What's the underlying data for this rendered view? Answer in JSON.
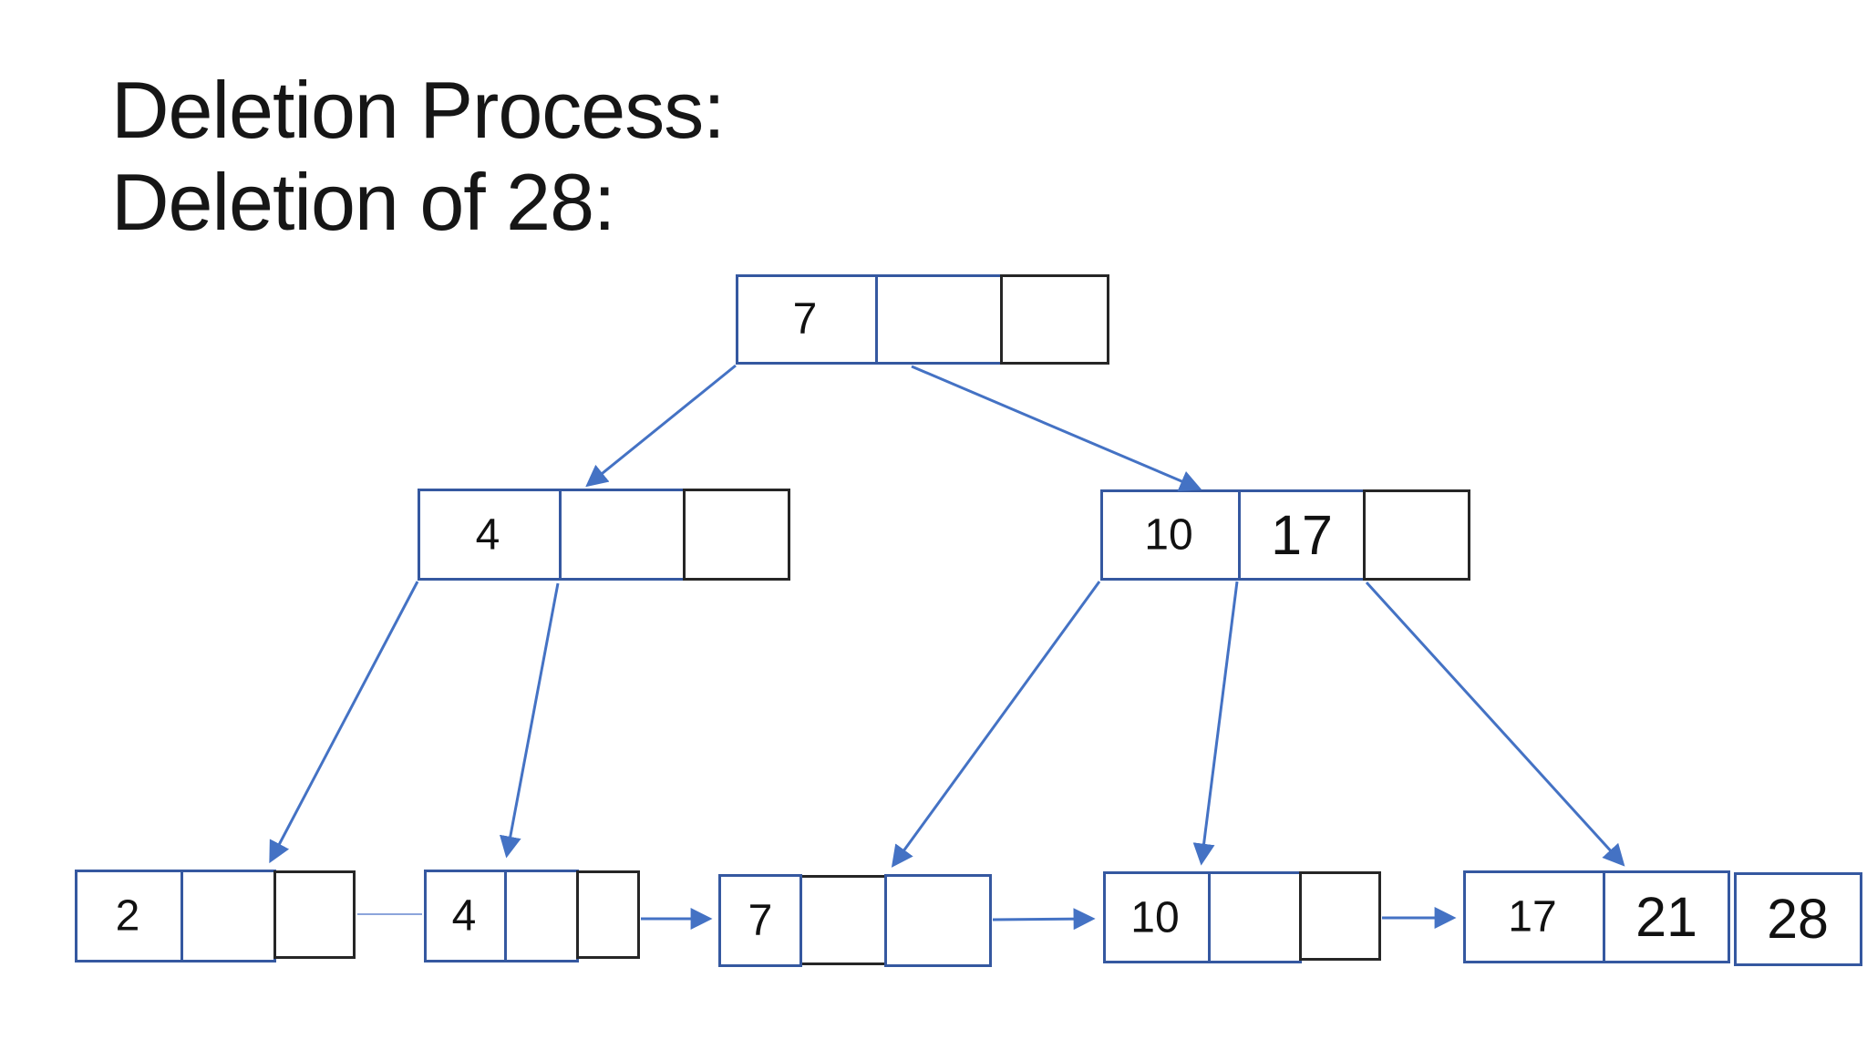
{
  "title": {
    "line1": "Deletion Process:",
    "line2": "Deletion of 28:"
  },
  "tree": {
    "root": {
      "keys": [
        "7"
      ]
    },
    "internal_left": {
      "keys": [
        "4"
      ]
    },
    "internal_right": {
      "keys": [
        "10",
        "17"
      ]
    },
    "leaves": [
      {
        "keys": [
          "2"
        ]
      },
      {
        "keys": [
          "4"
        ]
      },
      {
        "keys": [
          "7"
        ]
      },
      {
        "keys": [
          "10"
        ]
      },
      {
        "keys": [
          "17",
          "21",
          "28"
        ]
      }
    ]
  },
  "colors": {
    "accent_blue": "#4472C4",
    "border_blue": "#3558A0",
    "border_dark": "#262626",
    "link_blue": "#8CA5DB",
    "text_color": "#161616"
  }
}
